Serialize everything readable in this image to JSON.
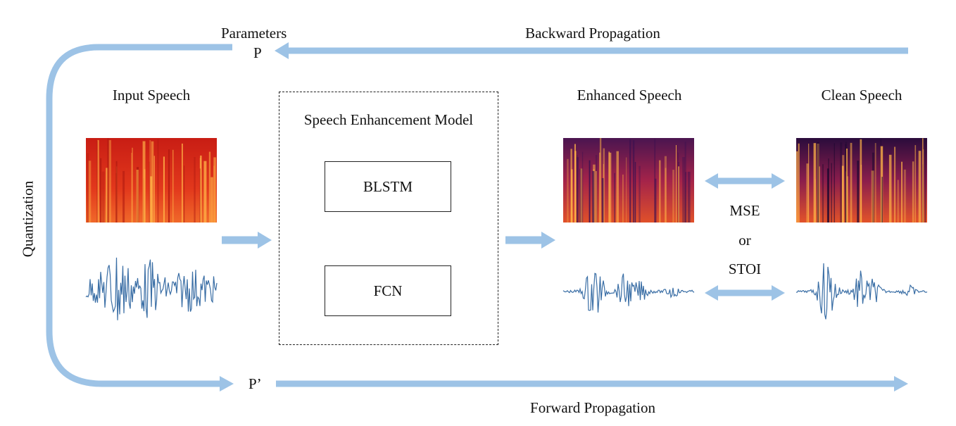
{
  "labels": {
    "parameters": "Parameters",
    "p": "P",
    "p_prime": "P’",
    "backward": "Backward Propagation",
    "forward": "Forward Propagation",
    "quantization": "Quantization",
    "input_speech": "Input Speech",
    "enhanced_speech": "Enhanced Speech",
    "clean_speech": "Clean Speech",
    "model": "Speech Enhancement Model",
    "blstm": "BLSTM",
    "fcn": "FCN",
    "mse": "MSE",
    "or": "or",
    "stoi": "STOI"
  },
  "colors": {
    "arrow": "#9dc3e6",
    "waveform": "#3a6ea5",
    "noisy_spec_bg": "#e0301e",
    "clean_spec_bg": "#6a1a5a"
  }
}
